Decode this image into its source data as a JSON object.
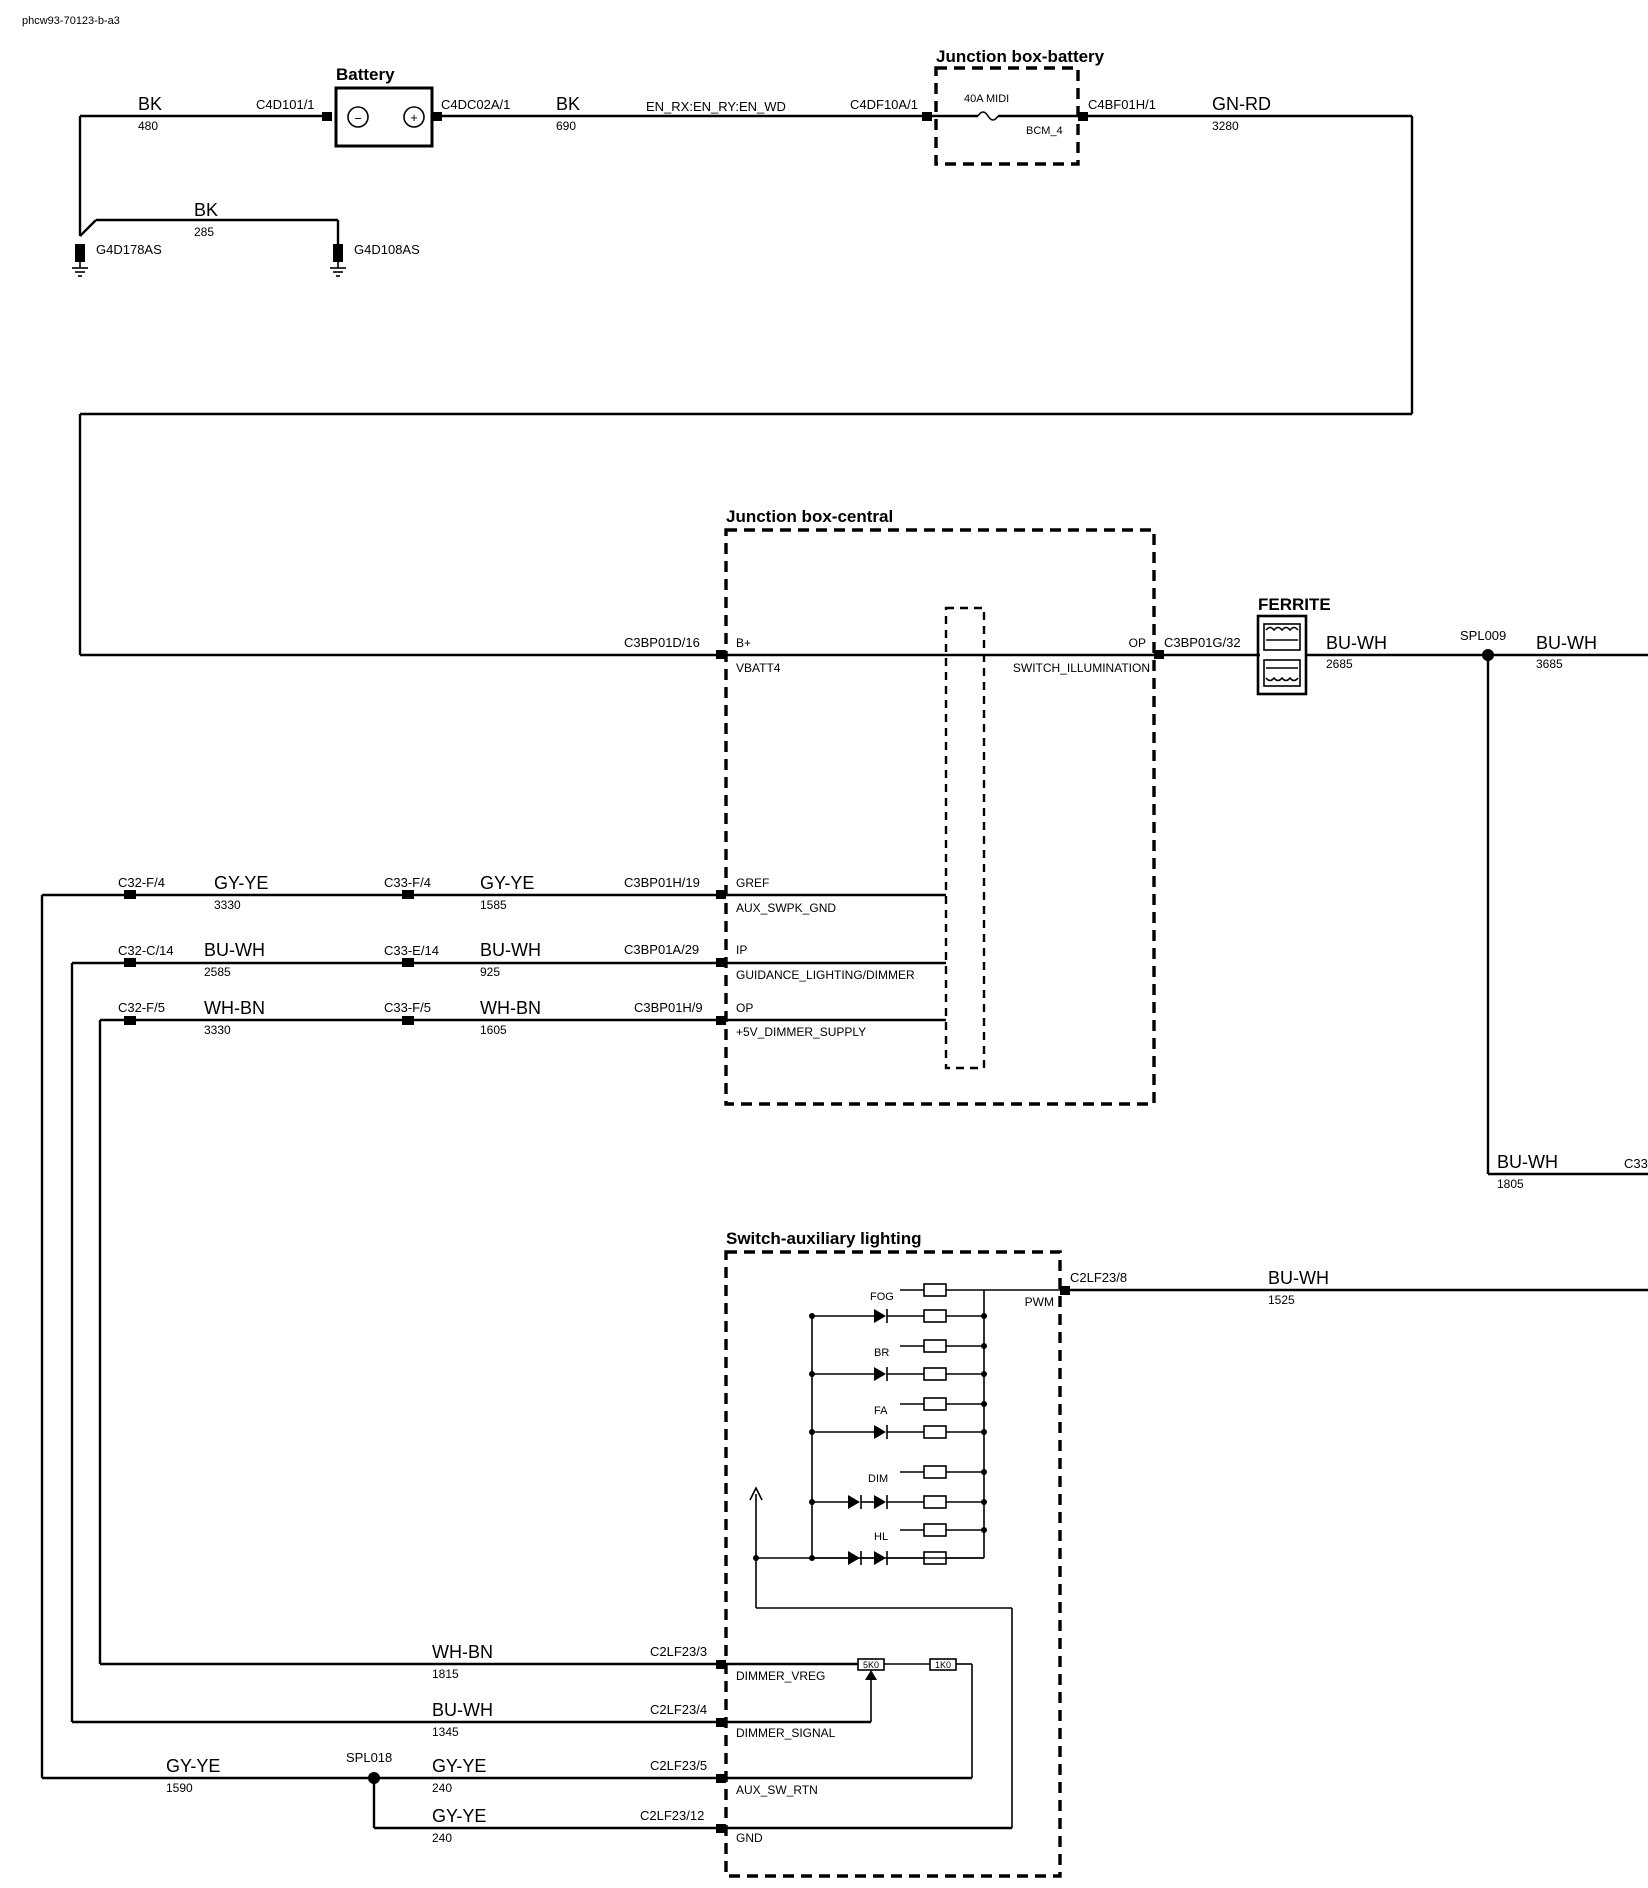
{
  "doc_id": "phcw93-70123-b-a3",
  "components": {
    "battery": "Battery",
    "jb_battery": "Junction box-battery",
    "jb_central": "Junction box-central",
    "ferrite": "FERRITE",
    "switch_aux": "Switch-auxiliary lighting"
  },
  "battery_terms": {
    "neg": "−",
    "pos": "+"
  },
  "jb_battery": {
    "fuse": "40A MIDI",
    "circuit": "BCM_4"
  },
  "jb_central": {
    "pins": [
      {
        "conn": "C3BP01D/16",
        "top": "B+",
        "bottom": "VBATT4"
      },
      {
        "conn": "C3BP01H/19",
        "top": "GREF",
        "bottom": "AUX_SWPK_GND"
      },
      {
        "conn": "C3BP01A/29",
        "top": "IP",
        "bottom": "GUIDANCE_LIGHTING/DIMMER"
      },
      {
        "conn": "C3BP01H/9",
        "top": "OP",
        "bottom": "+5V_DIMMER_SUPPLY"
      }
    ],
    "output": {
      "top": "OP",
      "bottom": "SWITCH_ILLUMINATION",
      "conn": "C3BP01G/32"
    }
  },
  "wires": {
    "w480": {
      "color": "BK",
      "num": "480"
    },
    "w285": {
      "color": "BK",
      "num": "285"
    },
    "w690": {
      "color": "BK",
      "num": "690"
    },
    "w3280": {
      "color": "GN-RD",
      "num": "3280"
    },
    "w2685": {
      "color": "BU-WH",
      "num": "2685"
    },
    "w3685": {
      "color": "BU-WH",
      "num": "3685"
    },
    "w1805": {
      "color": "BU-WH",
      "num": "1805"
    },
    "w3330a": {
      "color": "GY-YE",
      "num": "3330"
    },
    "w1585": {
      "color": "GY-YE",
      "num": "1585"
    },
    "w2585": {
      "color": "BU-WH",
      "num": "2585"
    },
    "w925": {
      "color": "BU-WH",
      "num": "925"
    },
    "w3330b": {
      "color": "WH-BN",
      "num": "3330"
    },
    "w1605": {
      "color": "WH-BN",
      "num": "1605"
    },
    "w1525": {
      "color": "BU-WH",
      "num": "1525"
    },
    "w1815": {
      "color": "WH-BN",
      "num": "1815"
    },
    "w1345": {
      "color": "BU-WH",
      "num": "1345"
    },
    "w1590": {
      "color": "GY-YE",
      "num": "1590"
    },
    "w240a": {
      "color": "GY-YE",
      "num": "240"
    },
    "w240b": {
      "color": "GY-YE",
      "num": "240"
    }
  },
  "connectors": {
    "c4d101": "C4D101/1",
    "c4dc02a": "C4DC02A/1",
    "c4df10a": "C4DF10A/1",
    "c4bf01h": "C4BF01H/1",
    "c32f4": "C32-F/4",
    "c33f4": "C33-F/4",
    "c32c14": "C32-C/14",
    "c33e14": "C33-E/14",
    "c32f5": "C32-F/5",
    "c33f5": "C33-F/5",
    "c2lf23_8": "C2LF23/8",
    "c2lf23_3": "C2LF23/3",
    "c2lf23_4": "C2LF23/4",
    "c2lf23_5": "C2LF23/5",
    "c2lf23_12": "C2LF23/12",
    "c33_cut": "C33"
  },
  "grounds": {
    "g178": "G4D178AS",
    "g108": "G4D108AS"
  },
  "splices": {
    "spl009": "SPL009",
    "spl018": "SPL018"
  },
  "net_label": "EN_RX:EN_RY:EN_WD",
  "switch_aux": {
    "pwm": "PWM",
    "leds": [
      "FOG",
      "BR",
      "FA",
      "DIM",
      "HL"
    ],
    "pins": [
      "DIMMER_VREG",
      "DIMMER_SIGNAL",
      "AUX_SW_RTN",
      "GND"
    ],
    "pot1": "5K0",
    "pot2": "1K0"
  }
}
